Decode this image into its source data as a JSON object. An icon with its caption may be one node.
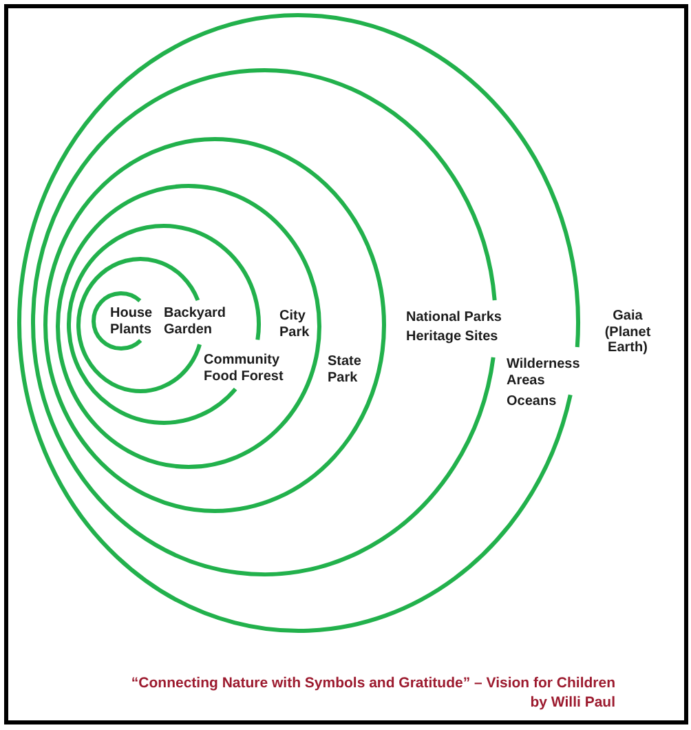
{
  "diagram": {
    "caption": "“Connecting Nature with Symbols and Gratitude” – Vision for Children by Willi Paul",
    "nodes": [
      {
        "text": [
          "Wilderness Areas",
          "Oceans"
        ]
      },
      {
        "text": [
          "National Parks",
          "Heritage Sites"
        ],
        "in": 0
      },
      {
        "text": [
          "State Park"
        ],
        "in": 1
      },
      {
        "text": [
          "City Park"
        ],
        "in": 2
      },
      {
        "text": [
          "Community Food Forest"
        ],
        "in": 3
      },
      {
        "text": [
          "Backyard Garden"
        ],
        "in": 4
      },
      {
        "text": [
          "House Plants"
        ],
        "in": 5
      }
    ],
    "labels": [
      "Gaia (Planet Earth)"
    ]
  }
}
